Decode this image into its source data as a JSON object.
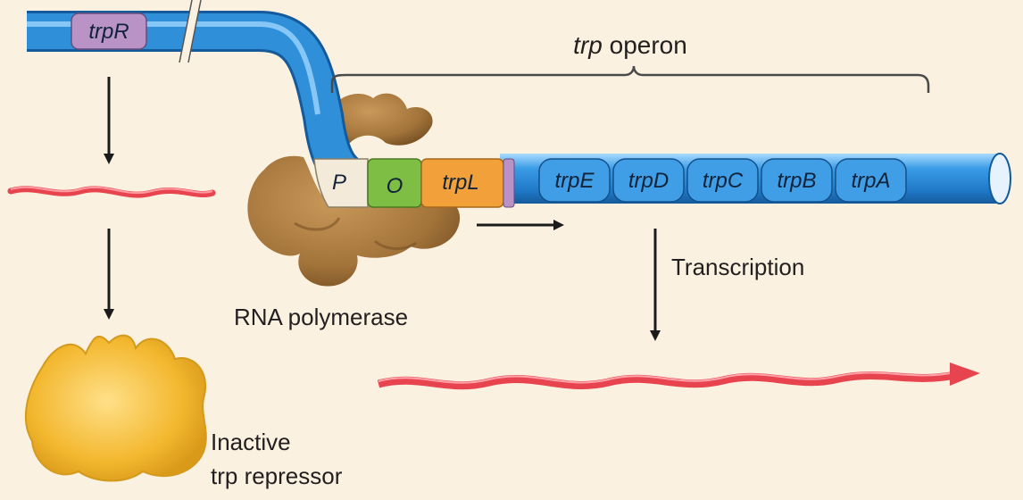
{
  "operon": {
    "title_italic": "trp",
    "title_rest": " operon"
  },
  "regulator_gene": "trpR",
  "elements": {
    "promoter": "P",
    "operator": "O",
    "leader": "trpL"
  },
  "structural_genes": [
    "trpE",
    "trpD",
    "trpC",
    "trpB",
    "trpA"
  ],
  "labels": {
    "polymerase": "RNA polymerase",
    "transcription": "Transcription",
    "repressor_line1": "Inactive",
    "repressor_line2": "trp repressor"
  },
  "colors": {
    "background": "#fbf1e0",
    "dna": "#2f8fd8",
    "promoter": "#f3ead9",
    "operator": "#7fbe44",
    "leader": "#f2a13a",
    "trpR": "#b993c6",
    "mrna": "#e8444f",
    "polymerase": "#a87a3c",
    "repressor": "#f0b52d"
  }
}
